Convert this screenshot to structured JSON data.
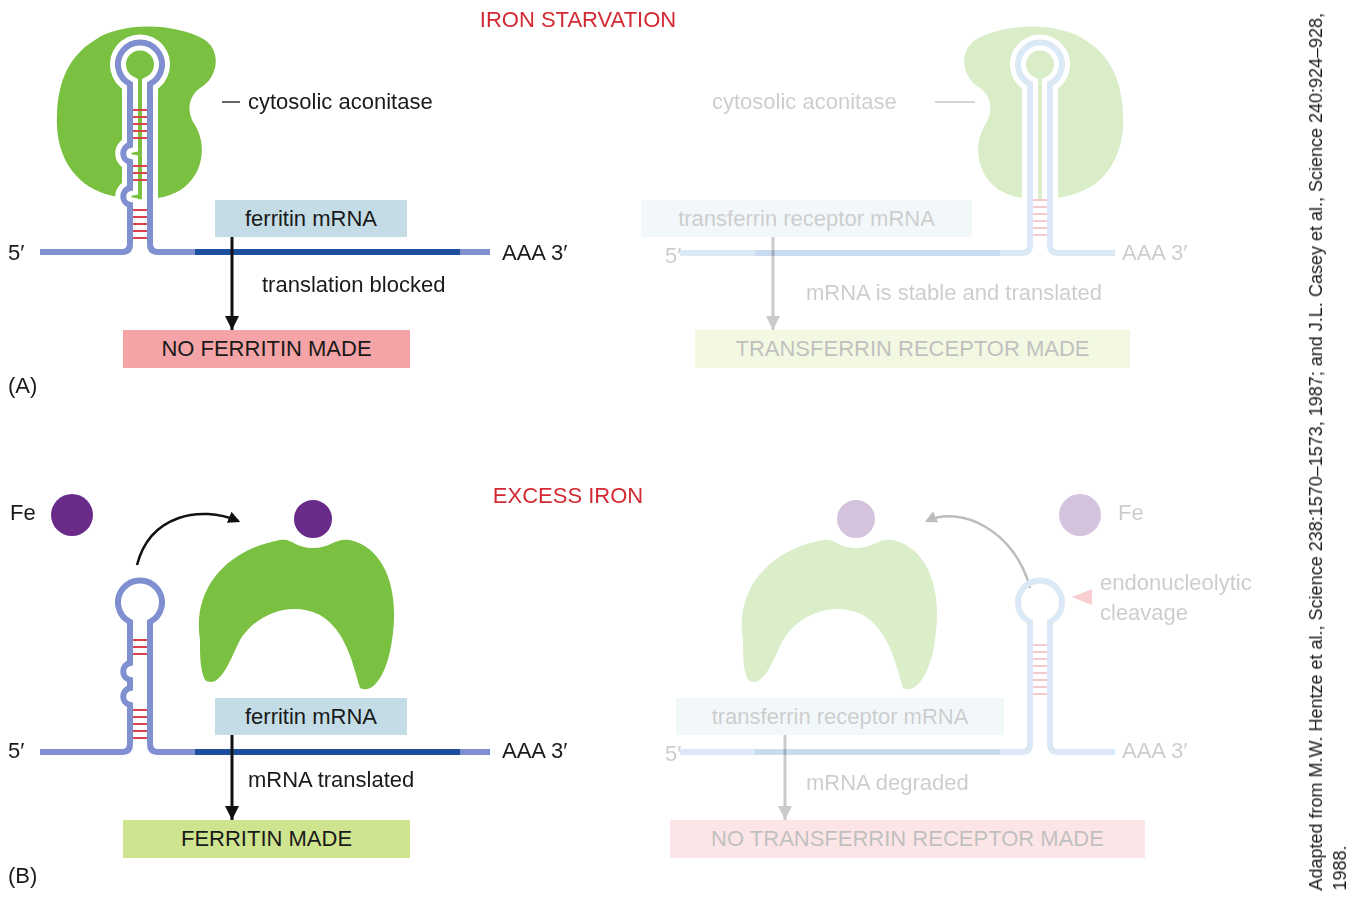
{
  "diagram": {
    "nodes": [
      {
        "text": [
          "ferritin mRNA"
        ]
      },
      {
        "text": [
          "NO FERRITIN MADE"
        ]
      },
      {
        "text": [
          "transferrin receptor mRNA"
        ]
      },
      {
        "text": [
          "TRANSFERRIN RECEPTOR MADE"
        ]
      },
      {
        "text": [
          "ferritin mRNA"
        ]
      },
      {
        "text": [
          "FERRITIN MADE"
        ]
      },
      {
        "text": [
          "transferrin receptor mRNA"
        ]
      },
      {
        "text": [
          "NO TRANSFERRIN RECEPTOR MADE"
        ]
      }
    ],
    "edges": [
      {
        "from": 0,
        "to": 1,
        "arrow": "to",
        "label": "translation blocked"
      },
      {
        "from": 2,
        "to": 3,
        "arrow": "to",
        "label": "mRNA is stable and translated"
      },
      {
        "from": 4,
        "to": 5,
        "arrow": "to",
        "label": "mRNA translated"
      },
      {
        "from": 6,
        "to": 7,
        "arrow": "to",
        "label": "mRNA degraded"
      }
    ],
    "labels": [
      "IRON STARVATION",
      "cytosolic aconitase",
      "5′",
      "AAA 3′",
      "(A)",
      "cytosolic aconitase",
      "5′",
      "AAA 3′",
      "Fe",
      "EXCESS IRON",
      "Fe",
      "endonucleolytic cleavage",
      "5′",
      "AAA 3′",
      "(B)",
      "5′",
      "AAA 3′",
      "Adapted from M.W. Hentze et al., Science 238:1570–1573, 1987; and J.L. Casey et al., Science 240:924–928, 1988."
    ]
  }
}
